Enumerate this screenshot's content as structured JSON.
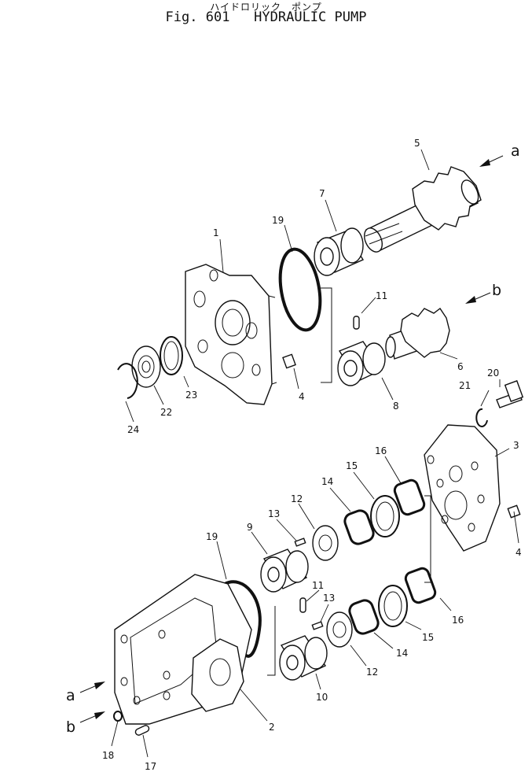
{
  "title": {
    "japanese": "ハイドロリック　ポンプ",
    "figure": "Fig. 601",
    "name": "HYDRAULIC PUMP"
  },
  "callouts": [
    "1",
    "2",
    "3",
    "4",
    "4",
    "5",
    "6",
    "7",
    "8",
    "9",
    "10",
    "11",
    "11",
    "12",
    "12",
    "13",
    "13",
    "14",
    "14",
    "15",
    "15",
    "16",
    "16",
    "17",
    "18",
    "19",
    "19",
    "20",
    "21",
    "22",
    "23",
    "24"
  ],
  "arrow_labels": [
    "a",
    "b",
    "a",
    "b"
  ]
}
